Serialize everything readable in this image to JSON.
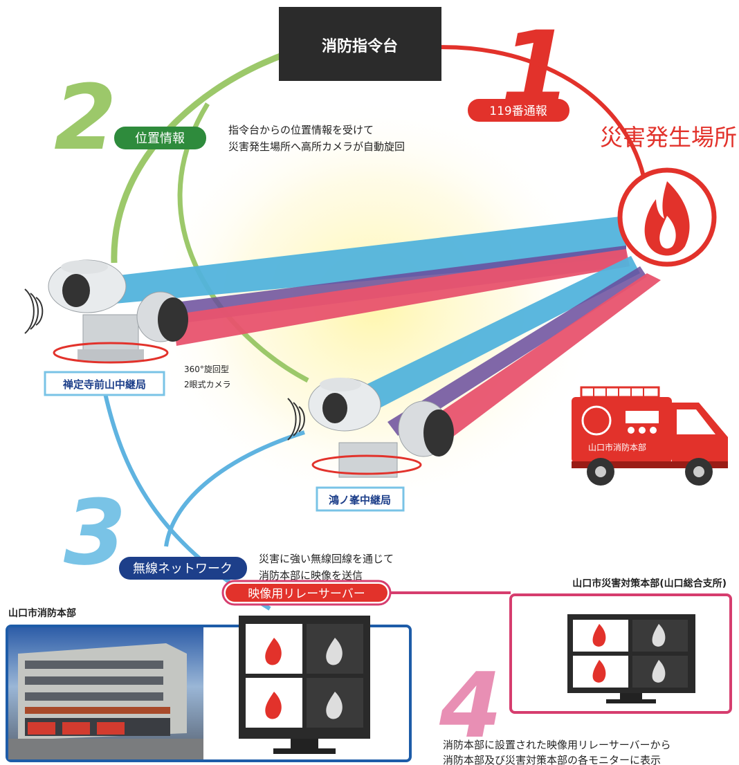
{
  "nodes": {
    "command_center": "消防指令台",
    "incident_site": "災害発生場所",
    "station_a": "禅定寺前山中継局",
    "station_b": "鴻ノ峯中継局",
    "relay_server": "映像用リレーサーバー",
    "fire_hq_title": "山口市消防本部",
    "disaster_hq_title": "山口市災害対策本部(山口総合支所)",
    "truck_label": "山口市消防本部"
  },
  "steps": [
    {
      "number": "1",
      "label": "119番通報",
      "desc": []
    },
    {
      "number": "2",
      "label": "位置情報",
      "desc": [
        "指令台からの位置情報を受けて",
        "災害発生場所へ高所カメラが自動旋回"
      ]
    },
    {
      "number": "3",
      "label": "無線ネットワーク",
      "desc": [
        "災害に強い無線回線を通じて",
        "消防本部に映像を送信"
      ]
    },
    {
      "number": "4",
      "label": "",
      "desc": [
        "消防本部に設置された映像用リレーサーバーから",
        "消防本部及び災害対策本部の各モニターに表示"
      ]
    }
  ],
  "camera_note": [
    "360°旋回型",
    "2眼式カメラ"
  ],
  "colors": {
    "red": "#e2322b",
    "green": "#2e8b3c",
    "lightgreen": "#9cc86a",
    "blue": "#1d3f8a",
    "lightblue": "#79c3e6",
    "pink": "#e88fb4",
    "dark": "#2b2b2b"
  }
}
